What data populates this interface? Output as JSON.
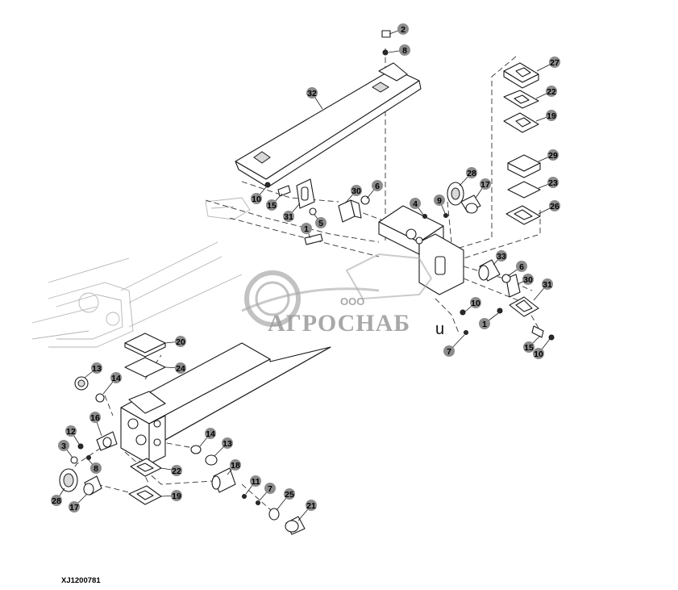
{
  "reference_code": "XJ1200781",
  "watermark": {
    "company_prefix": "ООО",
    "company_name": "АГРОСНАБ",
    "suffix_letter": "u"
  },
  "callouts": [
    {
      "number": "2"
    },
    {
      "number": "8"
    },
    {
      "number": "32"
    },
    {
      "number": "10"
    },
    {
      "number": "15"
    },
    {
      "number": "31"
    },
    {
      "number": "5"
    },
    {
      "number": "1"
    },
    {
      "number": "30"
    },
    {
      "number": "6"
    },
    {
      "number": "4"
    },
    {
      "number": "9"
    },
    {
      "number": "28"
    },
    {
      "number": "17"
    },
    {
      "number": "27"
    },
    {
      "number": "22"
    },
    {
      "number": "19"
    },
    {
      "number": "29"
    },
    {
      "number": "23"
    },
    {
      "number": "26"
    },
    {
      "number": "33"
    },
    {
      "number": "6"
    },
    {
      "number": "30"
    },
    {
      "number": "31"
    },
    {
      "number": "10"
    },
    {
      "number": "1"
    },
    {
      "number": "7"
    },
    {
      "number": "15"
    },
    {
      "number": "10"
    },
    {
      "number": "20"
    },
    {
      "number": "24"
    },
    {
      "number": "13"
    },
    {
      "number": "14"
    },
    {
      "number": "16"
    },
    {
      "number": "12"
    },
    {
      "number": "3"
    },
    {
      "number": "8"
    },
    {
      "number": "28"
    },
    {
      "number": "17"
    },
    {
      "number": "14"
    },
    {
      "number": "13"
    },
    {
      "number": "18"
    },
    {
      "number": "22"
    },
    {
      "number": "19"
    },
    {
      "number": "11"
    },
    {
      "number": "7"
    },
    {
      "number": "25"
    },
    {
      "number": "21"
    }
  ]
}
